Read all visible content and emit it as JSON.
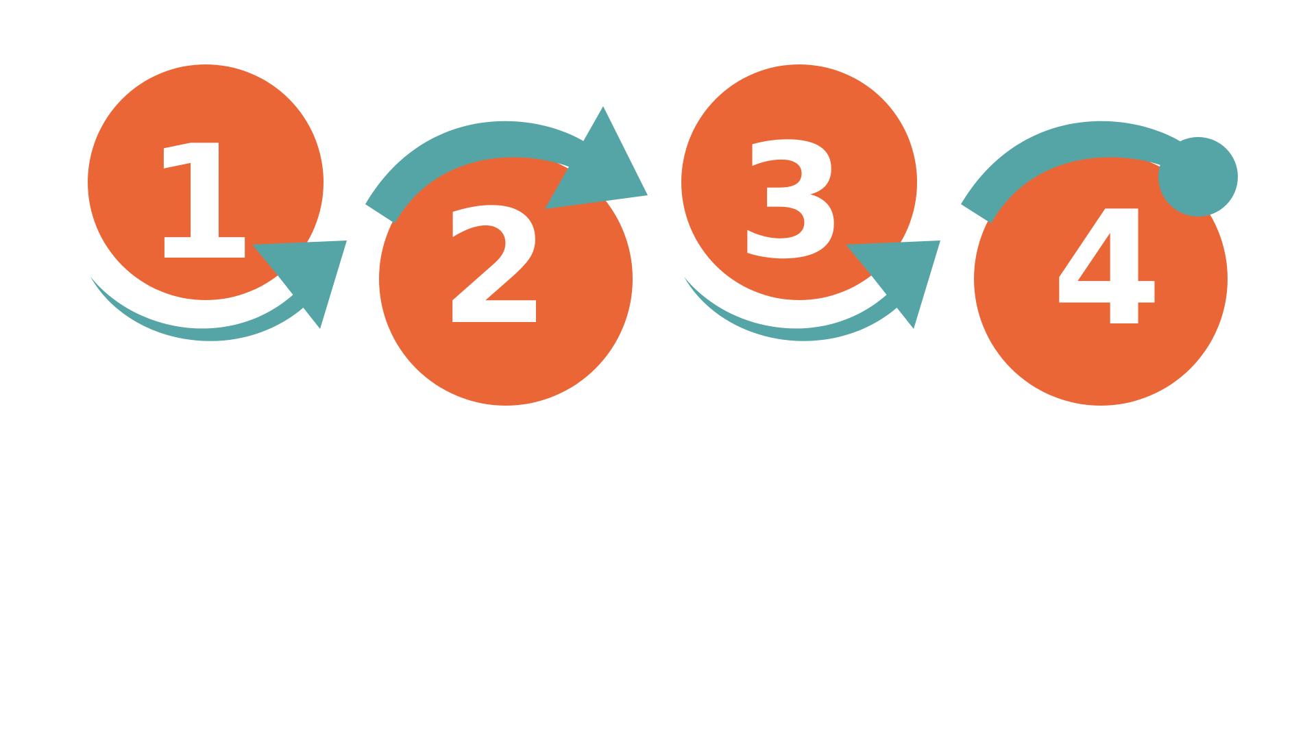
{
  "steps": [
    {
      "number": "1"
    },
    {
      "number": "2"
    },
    {
      "number": "3"
    },
    {
      "number": "4"
    }
  ],
  "colors": {
    "circle": "#EB6636",
    "arrow": "#56A5A6",
    "number": "#FFFFFF",
    "background": "#FFFFFF"
  },
  "end_marker_icon": "dot-icon"
}
